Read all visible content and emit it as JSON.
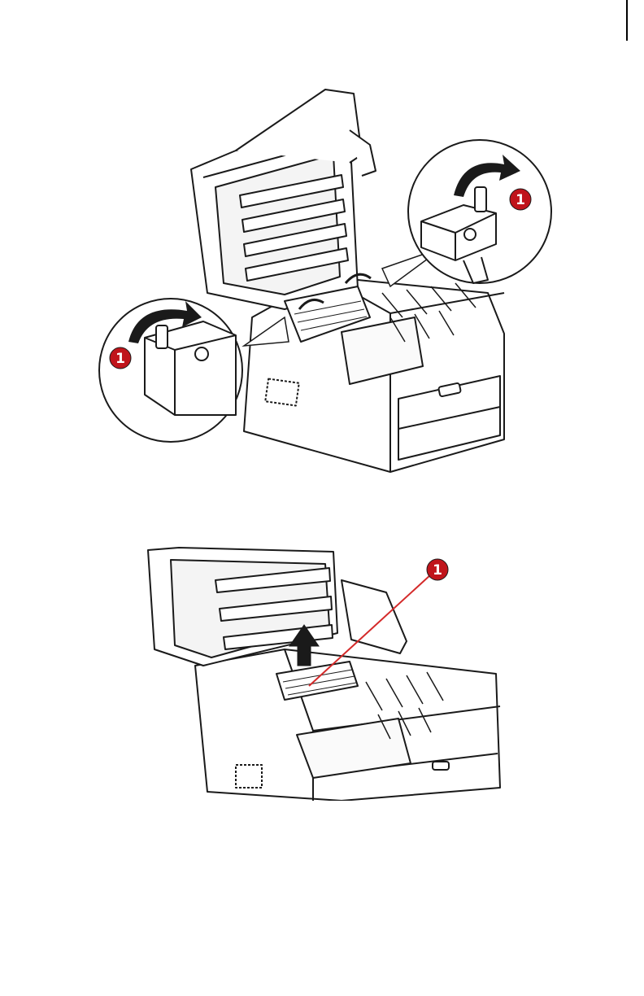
{
  "figures": [
    {
      "callouts": [
        {
          "label": "1"
        },
        {
          "label": "1"
        }
      ]
    },
    {
      "callouts": [
        {
          "label": "1"
        }
      ]
    }
  ],
  "colors": {
    "callout_fill": "#c0141b",
    "leader_line": "#d42a2a",
    "outline": "#1a1a1a"
  },
  "icons": [
    "curved-arrow-icon",
    "lift-arrow-icon"
  ]
}
